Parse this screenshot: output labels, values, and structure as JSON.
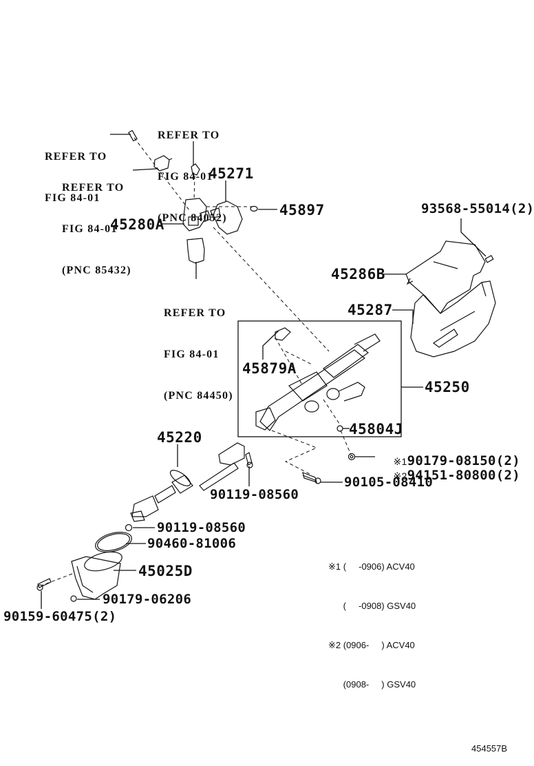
{
  "diagram": {
    "figure_code": "454557B",
    "references": {
      "r1": [
        "REFER TO",
        "FIG 84-01"
      ],
      "r2": [
        "REFER TO",
        "FIG 84-01",
        "(PNC 84052)"
      ],
      "r3": [
        "REFER TO",
        "FIG 84-01",
        "(PNC 85432)"
      ],
      "r4": [
        "REFER TO",
        "FIG 84-01",
        "(PNC 84450)"
      ]
    },
    "parts": {
      "p45271": "45271",
      "p45897": "45897",
      "p45280A": "45280A",
      "p93568": "93568-55014(2)",
      "p45286B": "45286B",
      "p45287": "45287",
      "p45879A": "45879A",
      "p45250": "45250",
      "p45804J": "45804J",
      "p90179_08150": "90179-08150(2)",
      "p94151": "94151-80800(2)",
      "p90105": "90105-08410",
      "p45220": "45220",
      "p90119_a": "90119-08560",
      "p90119_b": "90119-08560",
      "p90460": "90460-81006",
      "p45025D": "45025D",
      "p90179_06206": "90179-06206",
      "p90159": "90159-60475(2)"
    },
    "markers": {
      "m1": "※1",
      "m2": "※2"
    },
    "notes": [
      "※1 (     -0906) ACV40",
      "      (     -0908) GSV40",
      "※2 (0906-     ) ACV40",
      "      (0908-     ) GSV40"
    ]
  }
}
